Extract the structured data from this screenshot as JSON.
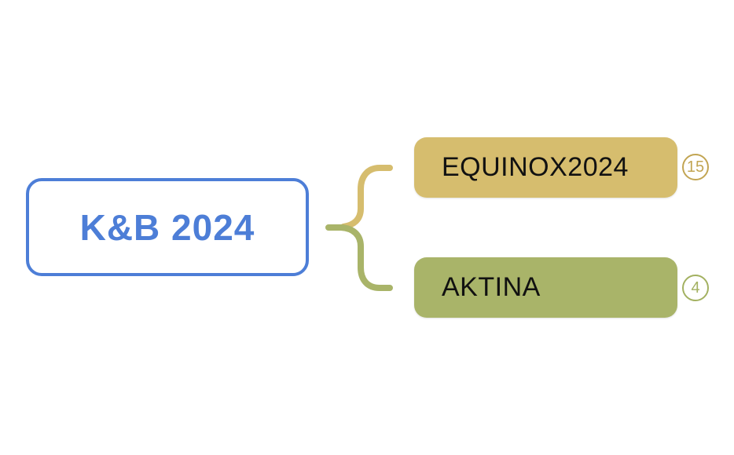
{
  "canvas": {
    "background": "#ffffff"
  },
  "mindmap": {
    "root": {
      "label": "K&B 2024",
      "color": "#4d7ed7",
      "background": "#ffffff"
    },
    "children": [
      {
        "label": "EQUINOX2024",
        "badge_count": "15",
        "background": "#d6bd6e",
        "badge_color": "#c2a553",
        "text_color": "#111111"
      },
      {
        "label": "AKTINA",
        "badge_count": "4",
        "background": "#a9b469",
        "badge_color": "#a3b161",
        "text_color": "#111111"
      }
    ]
  }
}
